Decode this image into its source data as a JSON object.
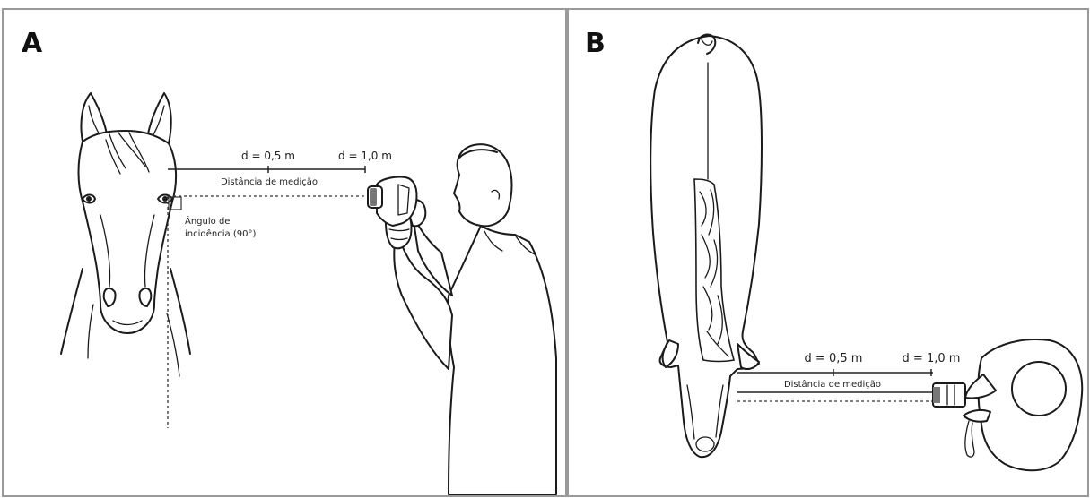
{
  "panel_a": {
    "letter": "A",
    "mark_half": "d = 0,5 m",
    "mark_full": "d = 1,0 m",
    "distance_label": "Distância de medição",
    "angle_label_line1": "Ângulo de",
    "angle_label_line2": "incidência (90°)"
  },
  "panel_b": {
    "letter": "B",
    "mark_half": "d = 0,5 m",
    "mark_full": "d = 1,0 m",
    "distance_label": "Distância de medição"
  },
  "colors": {
    "ink": "#1b1b1b",
    "frame": "#9a9a9a",
    "background": "#ffffff"
  },
  "icons": [
    "horse-front-icon",
    "photographer-side-icon",
    "thermal-camera-icon",
    "horse-top-view-icon",
    "photographer-top-view-icon"
  ]
}
